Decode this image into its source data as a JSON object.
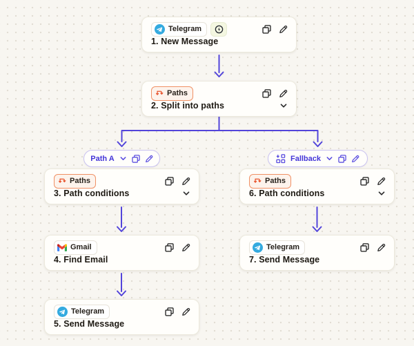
{
  "app": {
    "background": "#f8f6f1",
    "dot_color": "#e0dcd2",
    "connector_color": "#5244da",
    "accent_purple": "#4334d8",
    "accent_orange": "#e8552e"
  },
  "nodes": [
    {
      "app_label": "Telegram",
      "title": "1. New Message"
    },
    {
      "app_label": "Paths",
      "title": "2. Split into paths"
    },
    {
      "app_label": "Paths",
      "title": "3. Path conditions"
    },
    {
      "app_label": "Gmail",
      "title": "4. Find Email"
    },
    {
      "app_label": "Telegram",
      "title": "5. Send Message"
    },
    {
      "app_label": "Paths",
      "title": "6. Path conditions"
    },
    {
      "app_label": "Telegram",
      "title": "7. Send Message"
    }
  ],
  "branches": [
    {
      "label": "Path A"
    },
    {
      "label": "Fallback"
    }
  ]
}
